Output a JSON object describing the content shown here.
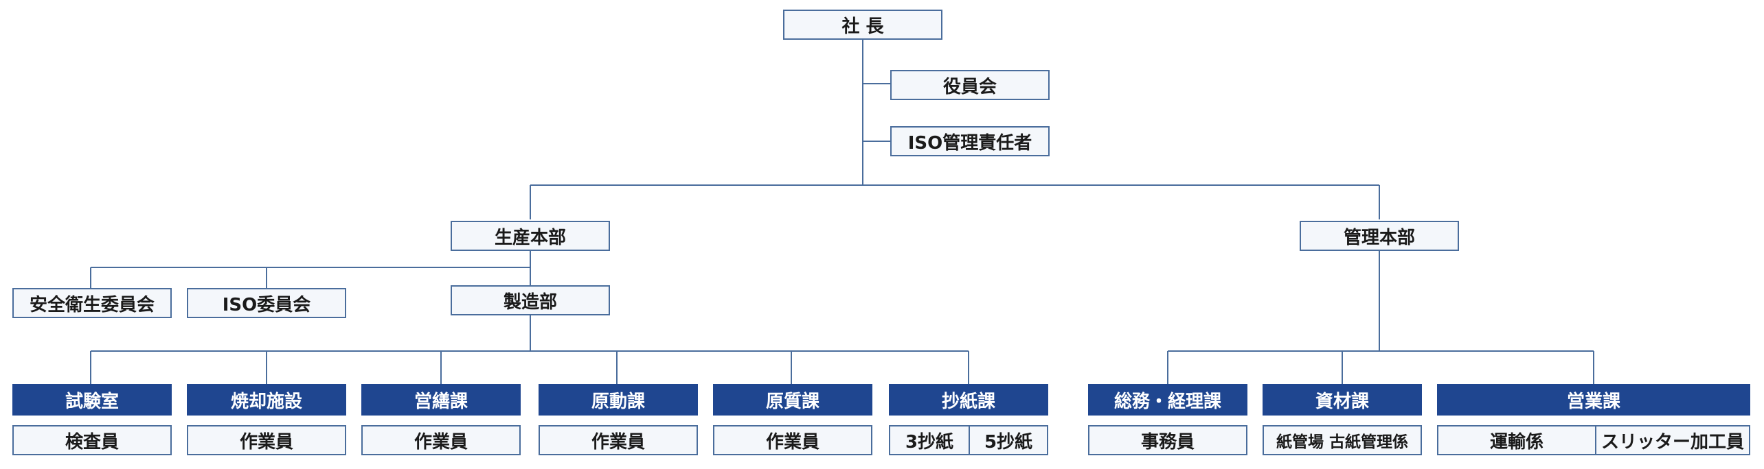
{
  "colors": {
    "line": "#4a6d9c",
    "box_fill": "#f4f7fb",
    "dept_fill": "#1f4690",
    "dept_text": "#ffffff"
  },
  "president": "社 長",
  "staff": [
    "役員会",
    "ISO管理責任者"
  ],
  "divisions": {
    "production": {
      "name": "生産本部",
      "committees": [
        "安全衛生委員会",
        "ISO委員会"
      ],
      "department": "製造部",
      "sections": [
        {
          "name": "試験室",
          "units": [
            "検査員"
          ]
        },
        {
          "name": "焼却施設",
          "units": [
            "作業員"
          ]
        },
        {
          "name": "営繕課",
          "units": [
            "作業員"
          ]
        },
        {
          "name": "原動課",
          "units": [
            "作業員"
          ]
        },
        {
          "name": "原質課",
          "units": [
            "作業員"
          ]
        },
        {
          "name": "抄紙課",
          "units": [
            "3抄紙",
            "5抄紙"
          ]
        }
      ]
    },
    "administration": {
      "name": "管理本部",
      "sections": [
        {
          "name": "総務・経理課",
          "units": [
            "事務員"
          ]
        },
        {
          "name": "資材課",
          "units": [
            "紙管場 古紙管理係"
          ]
        },
        {
          "name": "営業課",
          "units": [
            "運輸係",
            "スリッター加工員"
          ]
        }
      ]
    }
  }
}
